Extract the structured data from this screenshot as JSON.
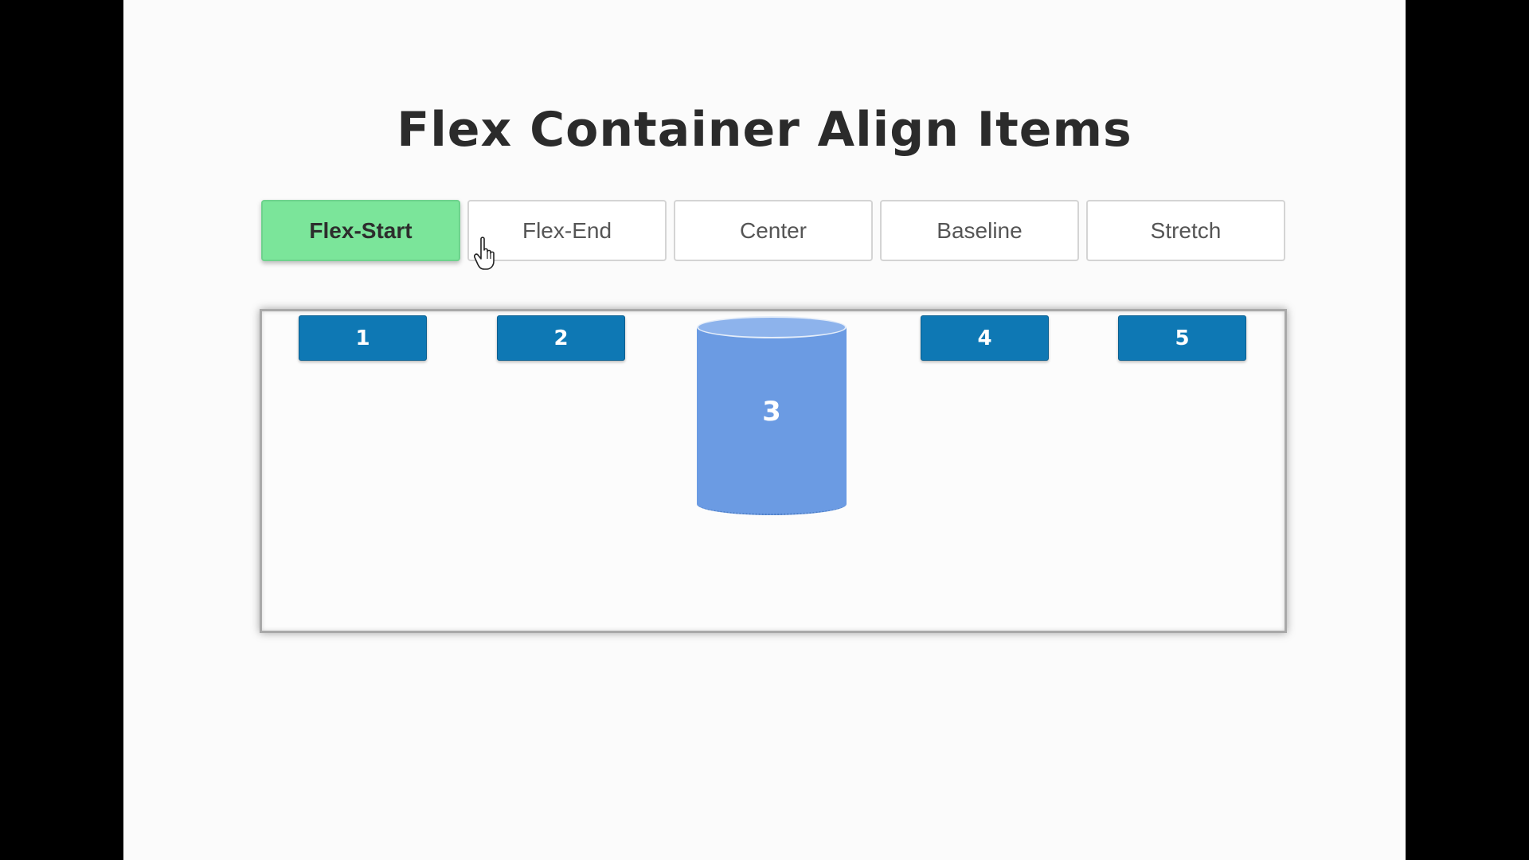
{
  "page": {
    "title": "Flex Container Align Items"
  },
  "buttons": [
    {
      "label": "Flex-Start",
      "active": true
    },
    {
      "label": "Flex-End",
      "active": false
    },
    {
      "label": "Center",
      "active": false
    },
    {
      "label": "Baseline",
      "active": false
    },
    {
      "label": "Stretch",
      "active": false
    }
  ],
  "flex_items": [
    {
      "label": "1"
    },
    {
      "label": "2"
    },
    {
      "label": "3"
    },
    {
      "label": "4"
    },
    {
      "label": "5"
    }
  ],
  "colors": {
    "active_button": "#7be59a",
    "flex_item": "#0e78b4",
    "cylinder": "#6b9be3",
    "background": "#fbfbfb"
  },
  "icons": {
    "cursor": "hand-pointer-icon"
  }
}
